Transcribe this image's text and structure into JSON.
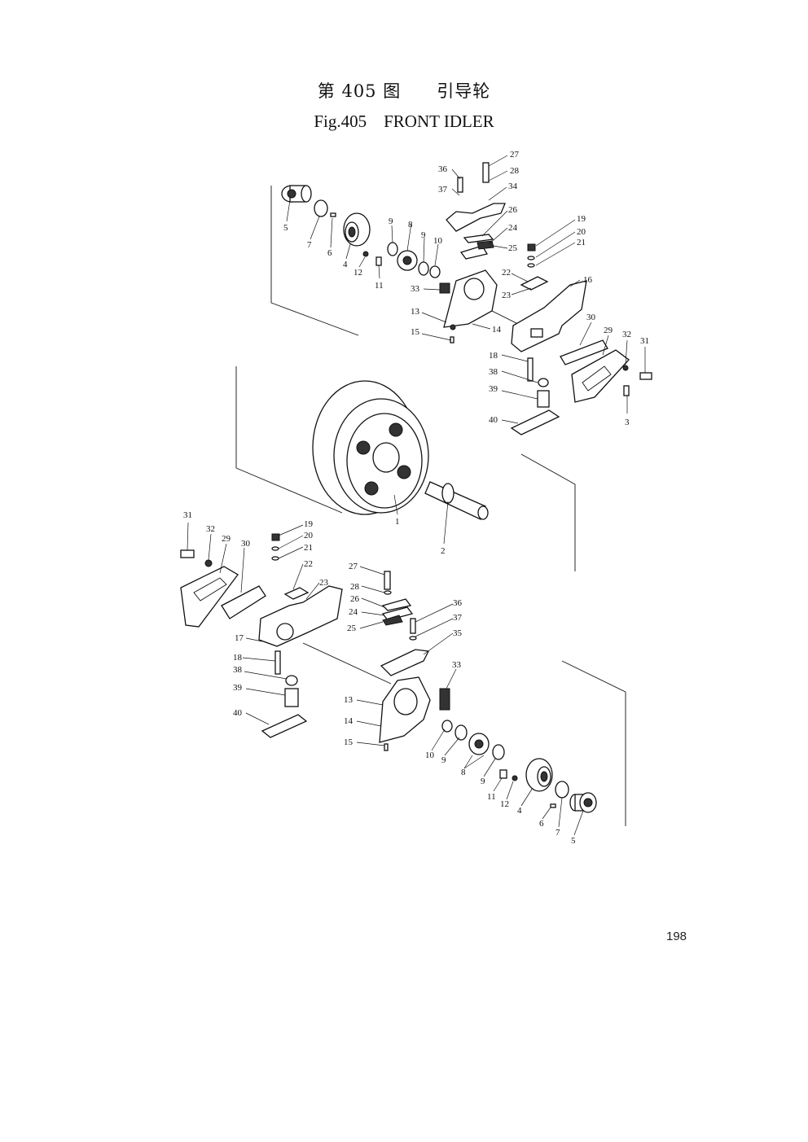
{
  "figure": {
    "title_cn": "第 405 图　　引导轮",
    "title_en": "Fig.405　FRONT IDLER"
  },
  "page_number": "198",
  "callouts": {
    "top": [
      "36",
      "27",
      "28",
      "37",
      "34",
      "26",
      "24",
      "25",
      "19",
      "20",
      "21",
      "5",
      "7",
      "6",
      "4",
      "9",
      "8",
      "9",
      "10",
      "12",
      "11",
      "22",
      "23",
      "16",
      "33",
      "13",
      "14",
      "15",
      "18",
      "30",
      "29",
      "32",
      "31",
      "38",
      "39",
      "3",
      "40"
    ],
    "middle": [
      "1",
      "2"
    ],
    "bottom": [
      "31",
      "32",
      "29",
      "30",
      "19",
      "20",
      "21",
      "22",
      "23",
      "17",
      "18",
      "38",
      "39",
      "40",
      "27",
      "28",
      "26",
      "24",
      "25",
      "36",
      "37",
      "35",
      "33",
      "13",
      "14",
      "15",
      "10",
      "9",
      "8",
      "9",
      "11",
      "12",
      "4",
      "6",
      "7",
      "5"
    ]
  }
}
